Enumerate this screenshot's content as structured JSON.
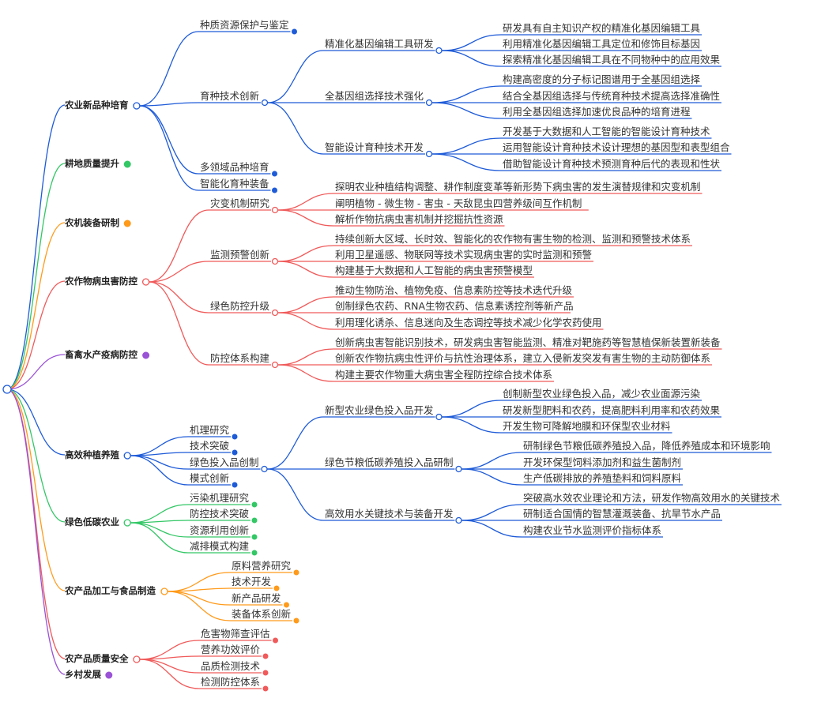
{
  "colors": {
    "blue": "#1e5bd8",
    "green": "#33c766",
    "orange": "#ff9a1a",
    "purple": "#9a52d6",
    "red": "#f05a5a"
  },
  "mindmap": {
    "root_dot_color": "#1e5bd8",
    "branches": [
      {
        "label": "农业新品种培育",
        "color": "#1e5bd8",
        "children": [
          {
            "label": "种质资源保护与鉴定",
            "children": []
          },
          {
            "label": "育种技术创新",
            "children": [
              {
                "label": "精准化基因编辑工具研发",
                "children": [
                  {
                    "label": "研发具有自主知识产权的精准化基因编辑工具"
                  },
                  {
                    "label": "利用精准化基因编辑工具定位和修饰目标基因"
                  },
                  {
                    "label": "探索精准化基因编辑工具在不同物种中的应用效果"
                  }
                ]
              },
              {
                "label": "全基因组选择技术强化",
                "children": [
                  {
                    "label": "构建高密度的分子标记图谱用于全基因组选择"
                  },
                  {
                    "label": "结合全基因组选择与传统育种技术提高选择准确性"
                  },
                  {
                    "label": "利用全基因组选择加速优良品种的培育进程"
                  }
                ]
              },
              {
                "label": "智能设计育种技术开发",
                "children": [
                  {
                    "label": "开发基于大数据和人工智能的智能设计育种技术"
                  },
                  {
                    "label": "运用智能设计育种技术设计理想的基因型和表型组合"
                  },
                  {
                    "label": "借助智能设计育种技术预测育种后代的表现和性状"
                  }
                ]
              }
            ]
          },
          {
            "label": "多领域品种培育",
            "children": []
          },
          {
            "label": "智能化育种装备",
            "children": []
          }
        ]
      },
      {
        "label": "耕地质量提升",
        "color": "#33c766",
        "children": []
      },
      {
        "label": "农机装备研制",
        "color": "#ff9a1a",
        "children": []
      },
      {
        "label": "农作物病虫害防控",
        "color": "#f05a5a",
        "children": [
          {
            "label": "灾变机制研究",
            "children": [
              {
                "label": "探明农业种植结构调整、耕作制度变革等新形势下病虫害的发生演替规律和灾变机制"
              },
              {
                "label": "阐明植物 - 微生物 - 害虫 - 天敌昆虫四营养级间互作机制"
              },
              {
                "label": "解析作物抗病虫害机制并挖掘抗性资源"
              }
            ]
          },
          {
            "label": "监测预警创新",
            "children": [
              {
                "label": "持续创新大区域、长时效、智能化的农作物有害生物的检测、监测和预警技术体系"
              },
              {
                "label": "利用卫星遥感、物联网等技术实现病虫害的实时监测和预警"
              },
              {
                "label": "构建基于大数据和人工智能的病虫害预警模型"
              }
            ]
          },
          {
            "label": "绿色防控升级",
            "children": [
              {
                "label": "推动生物防治、植物免疫、信息素防控等技术迭代升级"
              },
              {
                "label": "创制绿色农药、RNA生物农药、信息素诱控剂等新产品"
              },
              {
                "label": "利用理化诱杀、信息迷向及生态调控等技术减少化学农药使用"
              }
            ]
          },
          {
            "label": "防控体系构建",
            "children": [
              {
                "label": "创新病虫害智能识别技术，研发病虫害智能监测、精准对靶施药等智慧植保新装置新装备"
              },
              {
                "label": "创新农作物抗病虫性评价与抗性治理体系，建立入侵新发突发有害生物的主动防御体系"
              },
              {
                "label": "构建主要农作物重大病虫害全程防控综合技术体系"
              }
            ]
          }
        ]
      },
      {
        "label": "畜禽水产疫病防控",
        "color": "#9a52d6",
        "children": []
      },
      {
        "label": "高效种植养殖",
        "color": "#1e5bd8",
        "children": [
          {
            "label": "机理研究",
            "children": []
          },
          {
            "label": "技术突破",
            "children": []
          },
          {
            "label": "绿色投入品创制",
            "children": [
              {
                "label": "新型农业绿色投入品开发",
                "children": [
                  {
                    "label": "创制新型农业绿色投入品，减少农业面源污染"
                  },
                  {
                    "label": "研发新型肥料和农药，提高肥料利用率和农药效果"
                  },
                  {
                    "label": "开发生物可降解地膜和环保型农业材料"
                  }
                ]
              },
              {
                "label": "绿色节粮低碳养殖投入品研制",
                "children": [
                  {
                    "label": "研制绿色节粮低碳养殖投入品，降低养殖成本和环境影响"
                  },
                  {
                    "label": "开发环保型饲料添加剂和益生菌制剂"
                  },
                  {
                    "label": "生产低碳排放的养殖垫料和饲料原料"
                  }
                ]
              },
              {
                "label": "高效用水关键技术与装备开发",
                "children": [
                  {
                    "label": "突破高水效农业理论和方法，研发作物高效用水的关键技术"
                  },
                  {
                    "label": "研制适合国情的智慧灌溉装备、抗旱节水产品"
                  },
                  {
                    "label": "构建农业节水监测评价指标体系"
                  }
                ]
              }
            ]
          },
          {
            "label": "模式创新",
            "children": []
          }
        ]
      },
      {
        "label": "绿色低碳农业",
        "color": "#33c766",
        "children": [
          {
            "label": "污染机理研究",
            "children": []
          },
          {
            "label": "防控技术突破",
            "children": []
          },
          {
            "label": "资源利用创新",
            "children": []
          },
          {
            "label": "减排模式构建",
            "children": []
          }
        ]
      },
      {
        "label": "农产品加工与食品制造",
        "color": "#ff9a1a",
        "children": [
          {
            "label": "原料营养研究",
            "children": []
          },
          {
            "label": "技术开发",
            "children": []
          },
          {
            "label": "新产品研发",
            "children": []
          },
          {
            "label": "装备体系创新",
            "children": []
          }
        ]
      },
      {
        "label": "农产品质量安全",
        "color": "#f05a5a",
        "children": [
          {
            "label": "危害物筛查评估",
            "children": []
          },
          {
            "label": "营养功效评价",
            "children": []
          },
          {
            "label": "品质检测技术",
            "children": []
          },
          {
            "label": "检测防控体系",
            "children": []
          }
        ]
      },
      {
        "label": "乡村发展",
        "color": "#9a52d6",
        "children": []
      }
    ]
  }
}
